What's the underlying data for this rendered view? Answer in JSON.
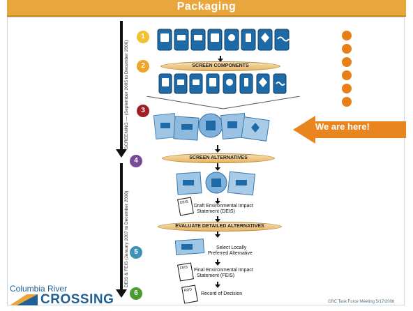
{
  "title": "Packaging",
  "steps": [
    {
      "number": "1",
      "color": "#f2c230"
    },
    {
      "number": "2",
      "color": "#efa42a"
    },
    {
      "number": "3",
      "color": "#9f1f24"
    },
    {
      "number": "4",
      "color": "#7a4a9a"
    },
    {
      "number": "5",
      "color": "#3f91b5"
    },
    {
      "number": "6",
      "color": "#4a9b32"
    }
  ],
  "phase_labels": {
    "screening": "SCREENING — (September 2005 to December 2006)",
    "deis_feis": "DEIS & FEIS (January 2007 to December 2008)"
  },
  "processes": {
    "screen_components": "SCREEN COMPONENTS",
    "screen_alternatives": "SCREEN ALTERNATIVES",
    "evaluate_detailed": "EVALUATE DETAILED ALTERNATIVES"
  },
  "documents": {
    "deis": "DEIS",
    "deis_text_1": "Draft Environmental Impact",
    "deis_text_2": "Statement (DEIS)",
    "lpa_text_1": "Select Locally",
    "lpa_text_2": "Preferred Alternative",
    "feis": "FEIS",
    "feis_text_1": "Final Environmental Impact",
    "feis_text_2": "Statement (FEIS)",
    "rod": "ROD",
    "rod_text": "Record of Decision"
  },
  "callout": {
    "label": "We are here!",
    "color": "#e8851f"
  },
  "logo": {
    "line1": "Columbia River",
    "line2": "CROSSING"
  },
  "footer": {
    "meeting": "CRC Task Force Meeting  5/17/2006"
  },
  "colors": {
    "accent": "#e9a63c",
    "tile": "#1e6aa6",
    "dot": "#e87f16"
  }
}
